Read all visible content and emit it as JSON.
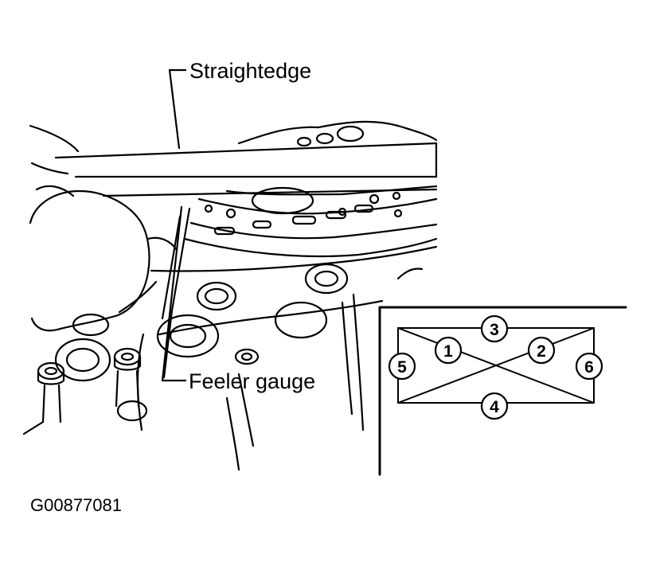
{
  "labels": {
    "straightedge": "Straightedge",
    "feeler_gauge": "Feeler gauge"
  },
  "figure_id": "G00877081",
  "inset": {
    "positions": [
      "1",
      "2",
      "3",
      "4",
      "5",
      "6"
    ]
  },
  "colors": {
    "ink": "#000000",
    "paper": "#ffffff"
  }
}
